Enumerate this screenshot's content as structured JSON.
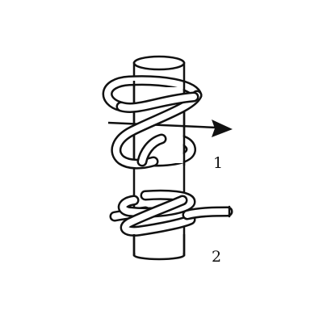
{
  "diagram": {
    "labels": {
      "step_1": "1",
      "step_2": "2"
    },
    "colors": {
      "stroke": "#111111",
      "fill": "#ffffff"
    },
    "parts": [
      "post",
      "rope-coil",
      "direction-arrow",
      "rope-hitch"
    ]
  }
}
